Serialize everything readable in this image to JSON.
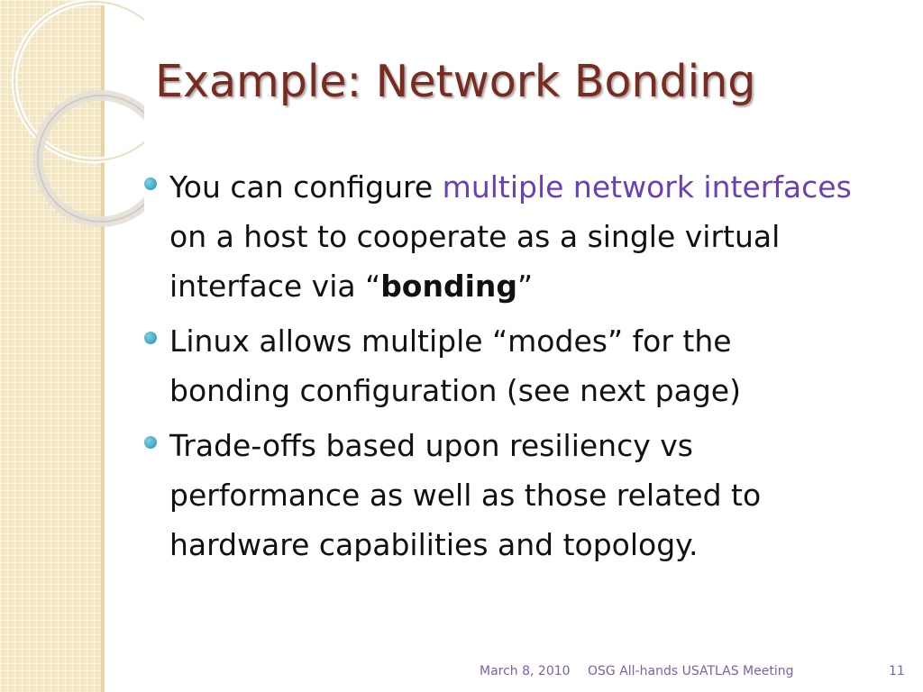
{
  "slide": {
    "title": "Example: Network Bonding",
    "bullets": [
      {
        "parts": [
          {
            "text": "You can configure ",
            "style": "normal"
          },
          {
            "text": "multiple network interfaces",
            "style": "accent"
          },
          {
            "text": " on a host to cooperate as a single virtual interface via “",
            "style": "normal"
          },
          {
            "text": "bonding",
            "style": "bold"
          },
          {
            "text": "”",
            "style": "normal"
          }
        ]
      },
      {
        "parts": [
          {
            "text": "Linux allows multiple “modes” for the bonding configuration (see next page)",
            "style": "normal"
          }
        ]
      },
      {
        "parts": [
          {
            "text": "Trade-offs based upon resiliency vs performance as well as those related to hardware capabilities and topology.",
            "style": "normal"
          }
        ]
      }
    ]
  },
  "footer": {
    "date": "March 8, 2010",
    "event": "OSG All-hands USATLAS Meeting",
    "page": "11"
  },
  "colors": {
    "title": "#7a2a1f",
    "accent": "#6b3fb5",
    "bullet_icon": "#3fa7c8",
    "band": "#f3e6c2",
    "footer": "#7d5fa8"
  }
}
